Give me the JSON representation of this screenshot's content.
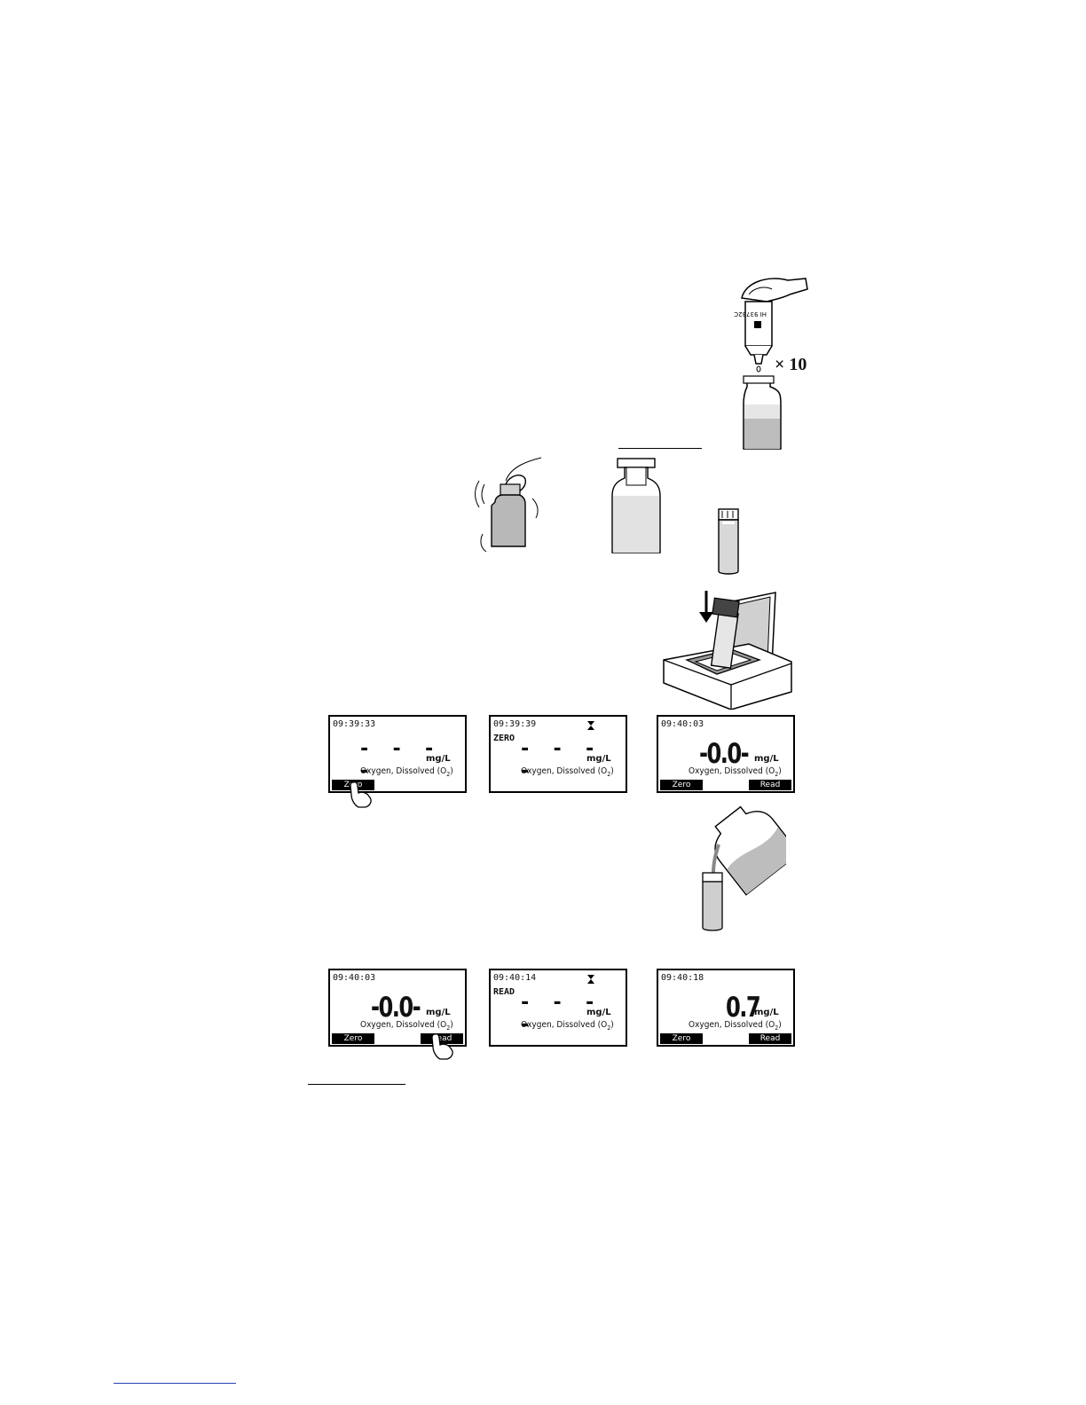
{
  "drop_multiplier": "× 10",
  "parameter": {
    "prefix": "Oxygen, Dissolved (O",
    "subscript": "2",
    "suffix": ")"
  },
  "unit": "mg/L",
  "dashes": "- - - -",
  "icons": {
    "hourglass": "hourglass-icon",
    "finger": "pointing-finger-icon",
    "arrow": "down-arrow-icon"
  },
  "screens": [
    {
      "time": "09:39:33",
      "mode": "",
      "value": "",
      "left_key": "Zero",
      "right_key": ""
    },
    {
      "time": "09:39:39",
      "mode": "ZERO",
      "value": "",
      "left_key": "",
      "right_key": ""
    },
    {
      "time": "09:40:03",
      "mode": "",
      "value": "-0.0-",
      "left_key": "Zero",
      "right_key": "Read"
    },
    {
      "time": "09:40:03",
      "mode": "",
      "value": "-0.0-",
      "left_key": "Zero",
      "right_key": "Read"
    },
    {
      "time": "09:40:14",
      "mode": "READ",
      "value": "",
      "left_key": "",
      "right_key": ""
    },
    {
      "time": "09:40:18",
      "mode": "",
      "value": "0.7",
      "left_key": "Zero",
      "right_key": "Read"
    }
  ]
}
